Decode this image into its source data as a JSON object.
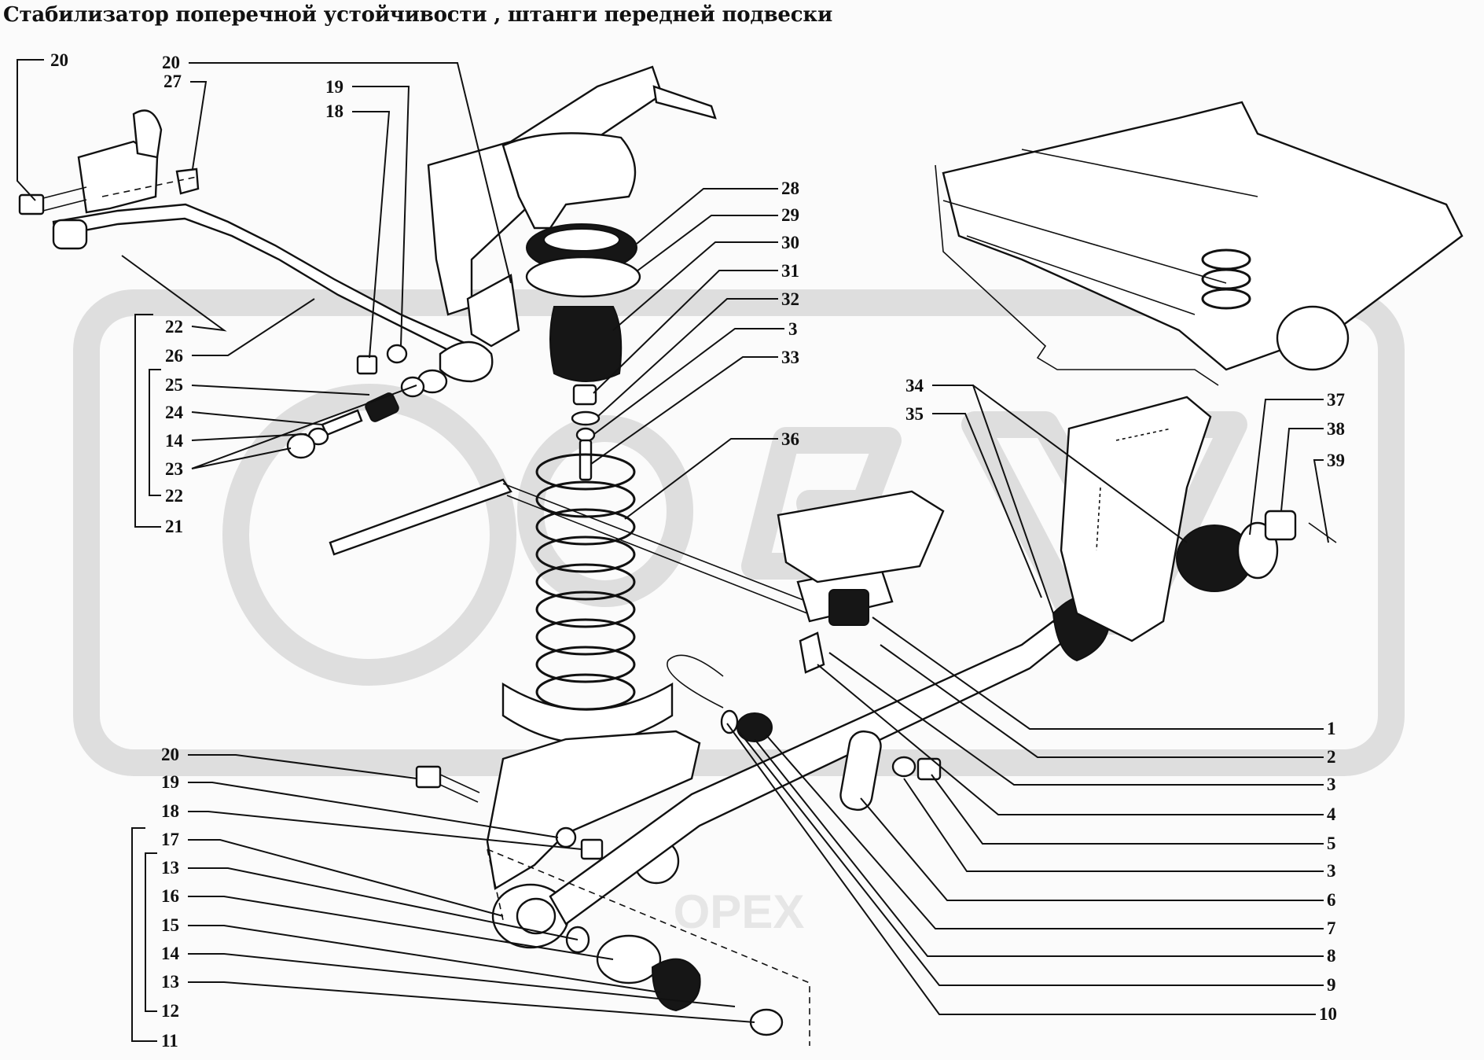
{
  "title": "Стабилизатор поперечной устойчивости , штанги передней подвески",
  "watermark": {
    "text": "OPEX",
    "color": "#d9d9d9"
  },
  "callouts": {
    "left_top": [
      "20",
      "20",
      "27",
      "19",
      "18",
      "22",
      "26",
      "25",
      "24",
      "14",
      "23",
      "22",
      "21"
    ],
    "center_top": [
      "28",
      "29",
      "30",
      "31",
      "32",
      "3",
      "33",
      "36"
    ],
    "right_upper": [
      "34",
      "35",
      "37",
      "38",
      "39"
    ],
    "right_column": [
      "1",
      "2",
      "3",
      "4",
      "5",
      "3",
      "6",
      "7",
      "8",
      "9",
      "10"
    ],
    "left_bottom": [
      "20",
      "19",
      "18",
      "17",
      "13",
      "16",
      "15",
      "14",
      "13",
      "12",
      "11"
    ]
  },
  "colors": {
    "ink": "#111111",
    "paper": "#fbfbfb",
    "watermark": "#d9d9d9"
  }
}
